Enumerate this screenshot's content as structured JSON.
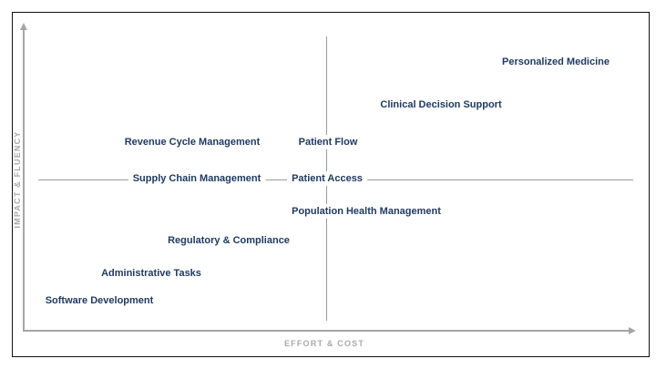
{
  "page": {
    "background": "#ffffff",
    "border_color": "#111111"
  },
  "chart_data": {
    "type": "scatter",
    "title": "",
    "xlabel": "EFFORT & COST",
    "ylabel": "IMPACT & FLUENCY",
    "xlim": [
      0,
      1
    ],
    "ylim": [
      0,
      1
    ],
    "grid": false,
    "legend": false,
    "label_color": "#1f3a64",
    "axis_color": "#a6a6a6",
    "axis_label_color": "#a9a9a9",
    "divider_color": "#9b9b9b",
    "quadrant_divider": {
      "x": 0.495,
      "y": 0.515
    },
    "points": [
      {
        "label": "Software Development",
        "x": 0.124,
        "y": 0.105
      },
      {
        "label": "Administrative Tasks",
        "x": 0.209,
        "y": 0.198
      },
      {
        "label": "Regulatory & Compliance",
        "x": 0.336,
        "y": 0.309
      },
      {
        "label": "Supply Chain Management",
        "x": 0.283,
        "y": 0.519
      },
      {
        "label": "Revenue Cycle Management",
        "x": 0.276,
        "y": 0.642
      },
      {
        "label": "Patient Flow",
        "x": 0.498,
        "y": 0.642
      },
      {
        "label": "Patient Access",
        "x": 0.496,
        "y": 0.519
      },
      {
        "label": "Population Health Management",
        "x": 0.56,
        "y": 0.407
      },
      {
        "label": "Clinical Decision Support",
        "x": 0.682,
        "y": 0.768
      },
      {
        "label": "Personalized Medicine",
        "x": 0.87,
        "y": 0.914
      }
    ]
  }
}
